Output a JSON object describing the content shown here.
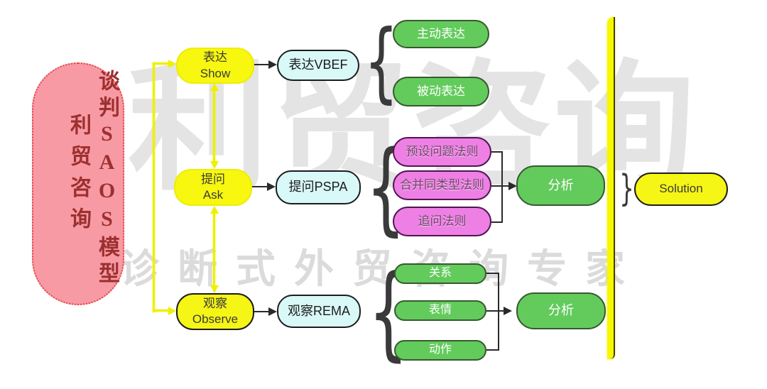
{
  "bubble": {
    "brand_vertical": "利贸咨询",
    "model_vertical": "谈判SAOS模型"
  },
  "stages": {
    "show": {
      "cn": "表达",
      "en": "Show"
    },
    "ask": {
      "cn": "提问",
      "en": "Ask"
    },
    "observe": {
      "cn": "观察",
      "en": "Observe"
    }
  },
  "methods": {
    "show": "表达VBEF",
    "ask": "提问PSPA",
    "observe": "观察REMA"
  },
  "show_children": [
    "主动表达",
    "被动表达"
  ],
  "ask_children": [
    "预设问题法则",
    "合并同类型法则",
    "追问法则"
  ],
  "observe_children": [
    "关系",
    "表情",
    "动作"
  ],
  "analysis": {
    "ask": "分析",
    "observe": "分析"
  },
  "solution": "Solution",
  "watermark": {
    "main": "利贸咨询",
    "tagline": "诊断式外贸咨询专家"
  },
  "braces": {
    "open": "{",
    "close": "}"
  },
  "colors": {
    "stage_yellow": "#f7f70f",
    "solution_yellow": "#f5f516",
    "method_cyan": "#d9f8f8",
    "child_green": "#62cb5c",
    "rule_magenta": "#ee7fe4",
    "bubble_pink": "#f89aa4",
    "bubble_border_red": "#e24444",
    "connector_yellow": "#eef000",
    "connector_black": "#2a2a2a"
  }
}
